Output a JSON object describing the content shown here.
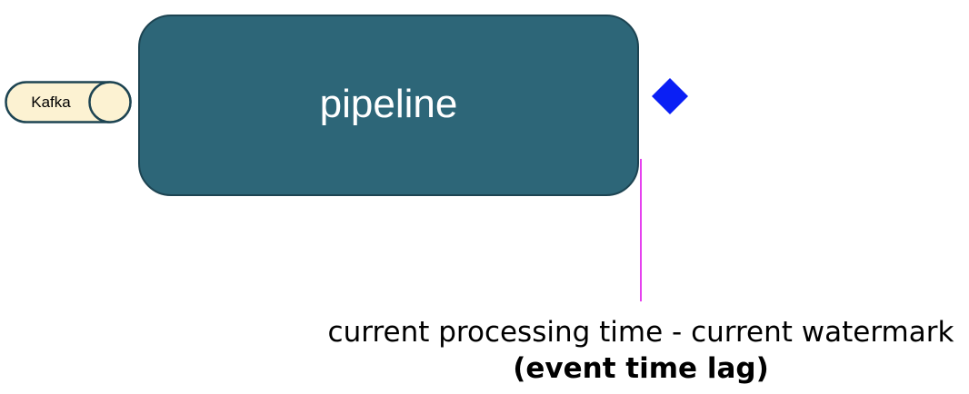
{
  "diagram": {
    "source": {
      "label": "Kafka",
      "icon": "cylinder-icon",
      "fill_color": "#fcf2d2",
      "stroke_color": "#1d4452"
    },
    "pipeline": {
      "label": "pipeline",
      "fill_color": "#2d6678"
    },
    "watermark": {
      "icon": "diamond-icon",
      "color": "#0a1ff5"
    },
    "lag_indicator": {
      "color": "#e541ef"
    },
    "caption": {
      "line1": "current processing time - current watermark",
      "line2": "(event time lag)"
    }
  }
}
